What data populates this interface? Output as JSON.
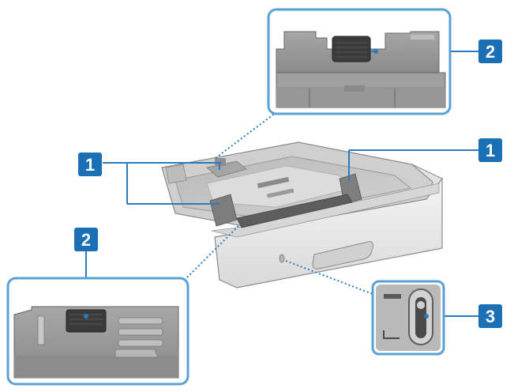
{
  "callouts": {
    "c1_left": "1",
    "c1_right": "1",
    "c2_top": "2",
    "c2_left": "2",
    "c3": "3"
  },
  "colors": {
    "callout_fill": "#1b6fb5",
    "leader_line": "#2a7cc0",
    "inset_border": "#5a9fd6",
    "tray_body": "#e9e9e9",
    "tray_dark": "#6f6f6f"
  },
  "icons": {
    "top_inset": "paper-size-dial-icon",
    "left_inset": "paper-guide-lever-icon",
    "right_inset": "paper-level-indicator-icon"
  }
}
